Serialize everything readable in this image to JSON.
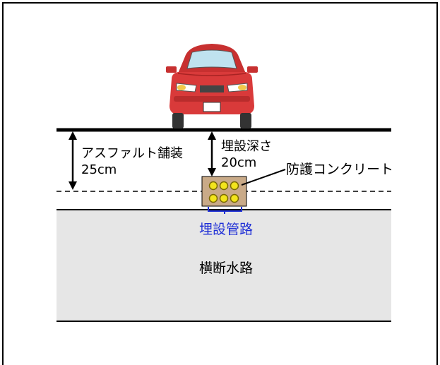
{
  "labels": {
    "asphalt": "アスファルト舗装",
    "asphalt_depth": "25cm",
    "burial_depth": "埋設深さ",
    "burial_depth_value": "20cm",
    "protective_concrete": "防護コンクリート",
    "buried_pipe": "埋設管路",
    "culvert": "横断水路"
  },
  "colors": {
    "culvert_fill": "#e6e6e6",
    "concrete_fill": "#c9aa88",
    "pipe_fill": "#f2e41c",
    "label_blue": "#1f2fd6",
    "car_body": "#d93a3a"
  },
  "icons": {
    "vehicle": "car-icon"
  }
}
